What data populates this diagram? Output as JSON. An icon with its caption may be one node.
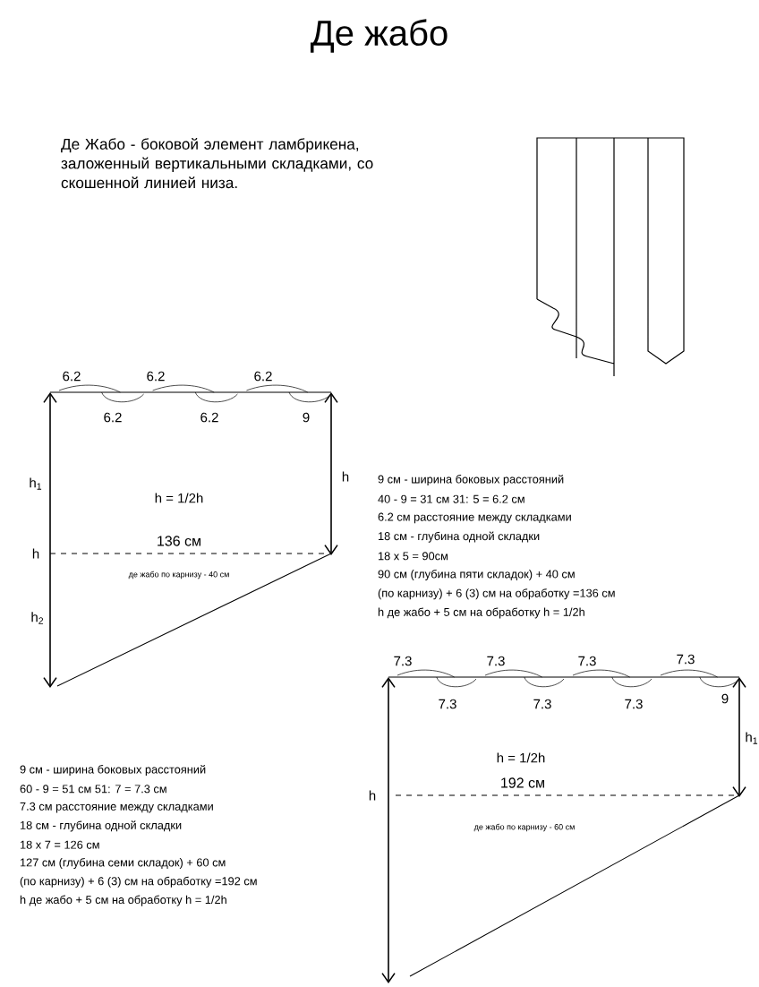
{
  "diagram": {
    "title": "Де жабо",
    "labels": [
      "Де Жабо - боковой элемент ламбрикена, заложенный вертикальными складками, со скошенной линией низа.",
      "6.2",
      "6.2",
      "6.2",
      "6.2",
      "6.2",
      "9",
      "h$_{1}$",
      "h",
      "h = 1/2h",
      "136 см",
      "h",
      "де жабо по карнизу - 40 см",
      "h$_{2}$",
      "9 см - ширина боковых расстояний",
      "40 - 9 = 31 см    31: 5 = 6.2 см",
      "6.2 см расстояние между складками",
      "18 см - глубина одной складки",
      "18 х 5 = 90см",
      "90 см (глубина пяти складок) + 40 см",
      "(по карнизу) + 6 (3) см на обработку =136 см",
      "h де жабо + 5 см на обработку h = 1/2h",
      "7.3",
      "7.3",
      "7.3",
      "7.3",
      "7.3",
      "7.3",
      "7.3",
      "9",
      "h$_{1}$",
      "h = 1/2h",
      "192 см",
      "h",
      "де жабо по карнизу - 60 см",
      "9 см - ширина боковых расстояний",
      "60 - 9 = 51 см    51: 7 = 7.3 см",
      "7.3 см расстояние между складками",
      "18 см - глубина одной складки",
      "18 х 7 = 126 см",
      "127 см (глубина семи складок) + 60 см",
      "(по карнизу) + 6 (3) см на обработку =192 см",
      "h де жабо + 5 см на обработку h = 1/2h"
    ]
  }
}
